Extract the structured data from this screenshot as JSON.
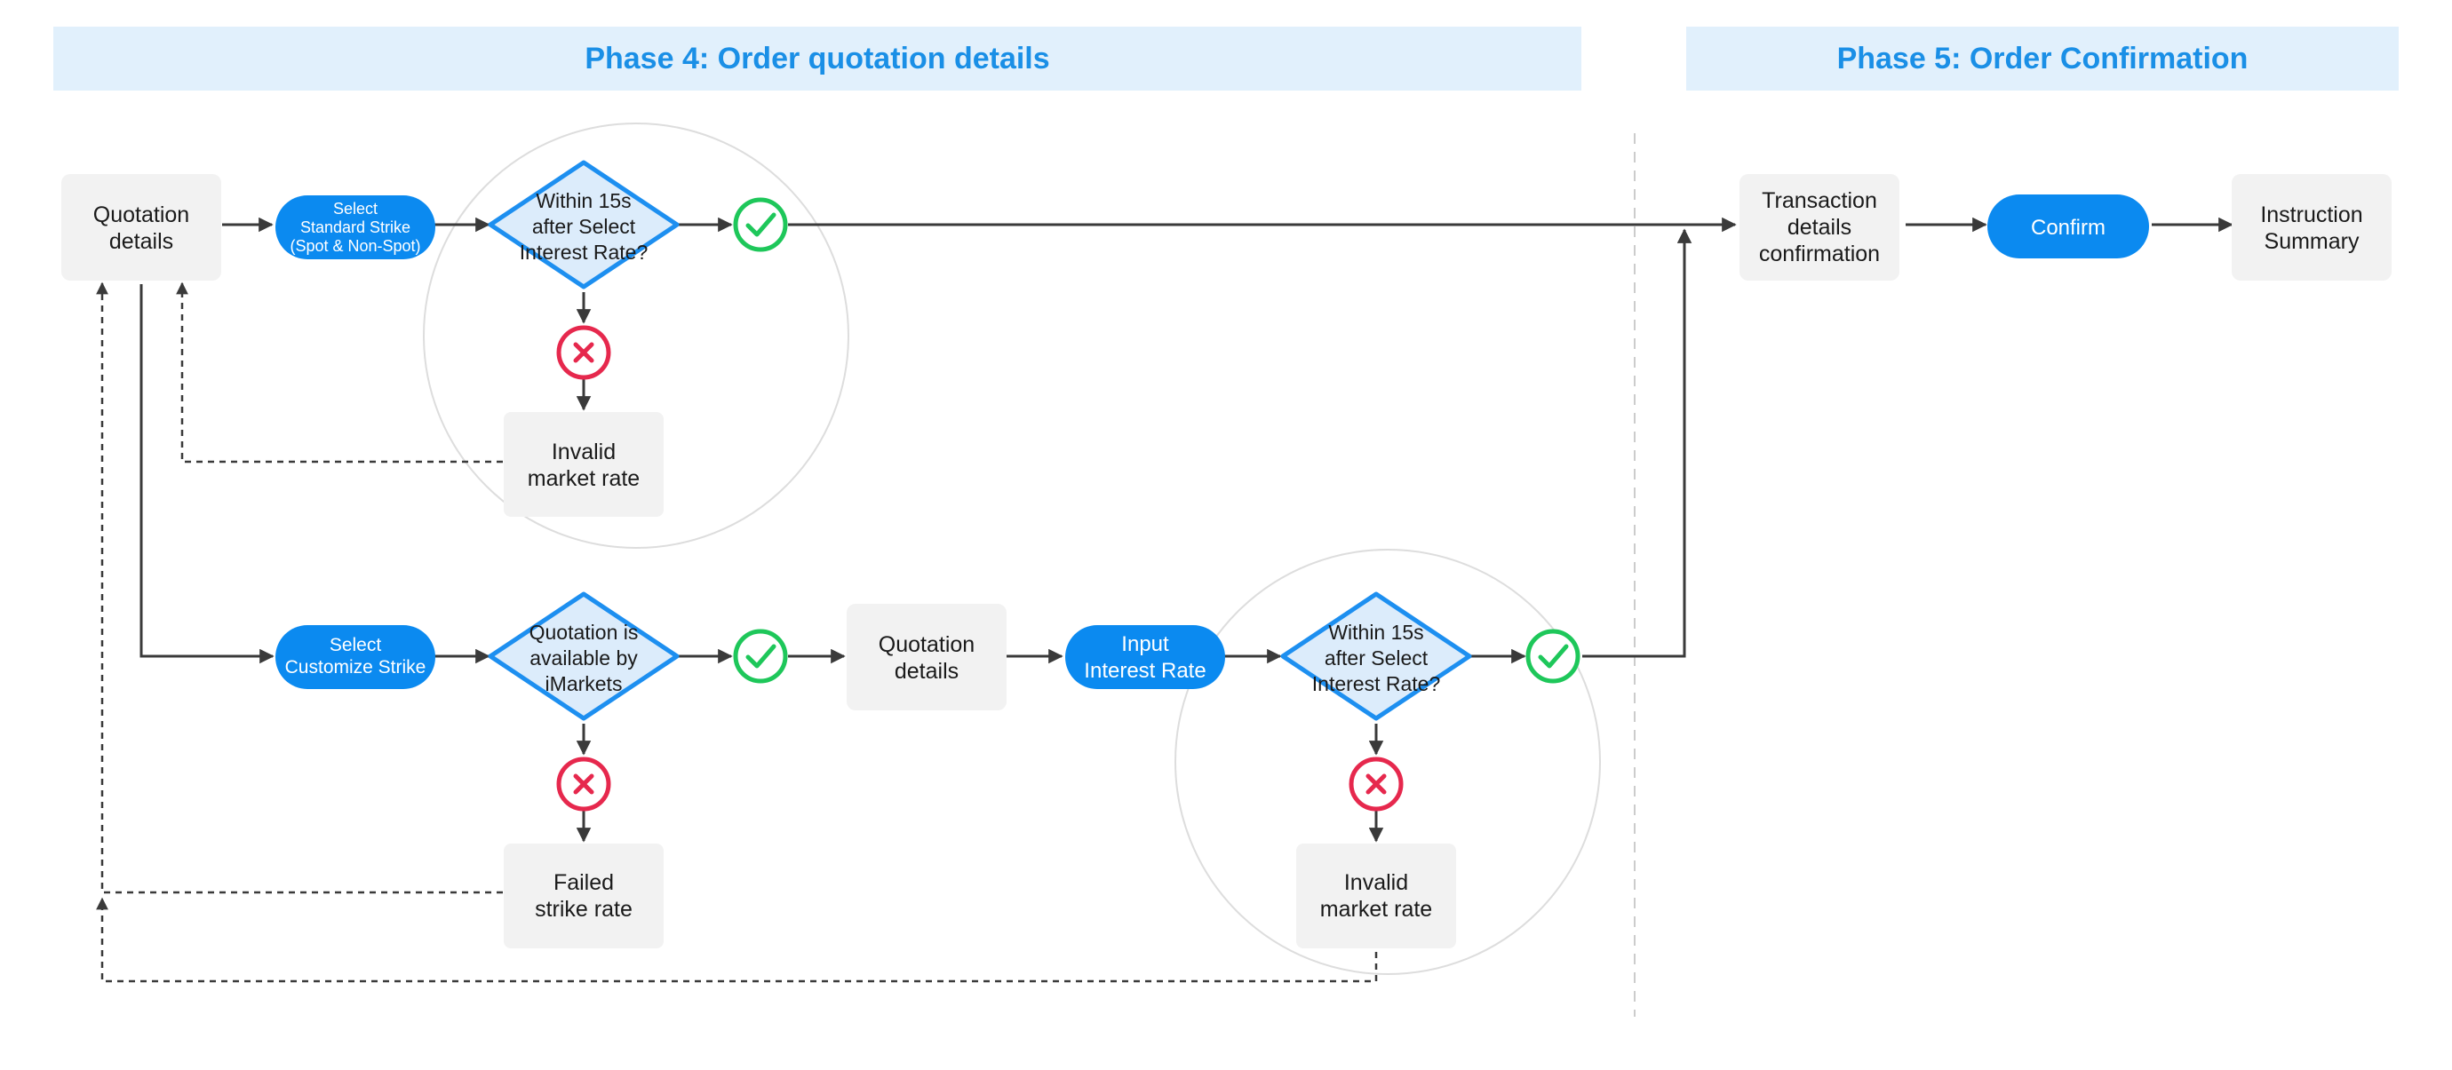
{
  "colors": {
    "phase_band": "#e1f0fc",
    "phase_text": "#1a8fe6",
    "pill": "#0b8af0",
    "box": "#f2f2f2",
    "diamond_fill": "#dcecfb",
    "diamond_stroke": "#1d8ff0",
    "check": "#1ec75a",
    "cross": "#e6284d",
    "line": "#3a3a3a",
    "divider": "#cccccc",
    "circle_stroke": "#dddddd"
  },
  "phases": {
    "phase4": "Phase 4: Order quotation details",
    "phase5": "Phase 5: Order Confirmation"
  },
  "nodes": {
    "quotation_details_1": [
      "Quotation",
      "details"
    ],
    "select_standard_strike": [
      "Select",
      "Standard Strike",
      "(Spot & Non-Spot)"
    ],
    "within_15s_1": [
      "Within 15s",
      "after Select",
      "Interest Rate?"
    ],
    "invalid_rate_1": [
      "Invalid",
      "market rate"
    ],
    "select_customize_strike": [
      "Select",
      "Customize Strike"
    ],
    "quotation_available": [
      "Quotation is",
      "available by",
      "iMarkets"
    ],
    "failed_strike_rate": [
      "Failed",
      "strike rate"
    ],
    "quotation_details_2": [
      "Quotation",
      "details"
    ],
    "input_interest_rate": [
      "Input",
      "Interest Rate"
    ],
    "within_15s_2": [
      "Within 15s",
      "after Select",
      "Interest Rate?"
    ],
    "invalid_rate_2": [
      "Invalid",
      "market rate"
    ],
    "transaction_confirmation": [
      "Transaction",
      "details",
      "confirmation"
    ],
    "confirm": [
      "Confirm"
    ],
    "instruction_summary": [
      "Instruction",
      "Summary"
    ]
  },
  "icons": {
    "check": "check-circle-icon",
    "cross": "cross-circle-icon"
  }
}
